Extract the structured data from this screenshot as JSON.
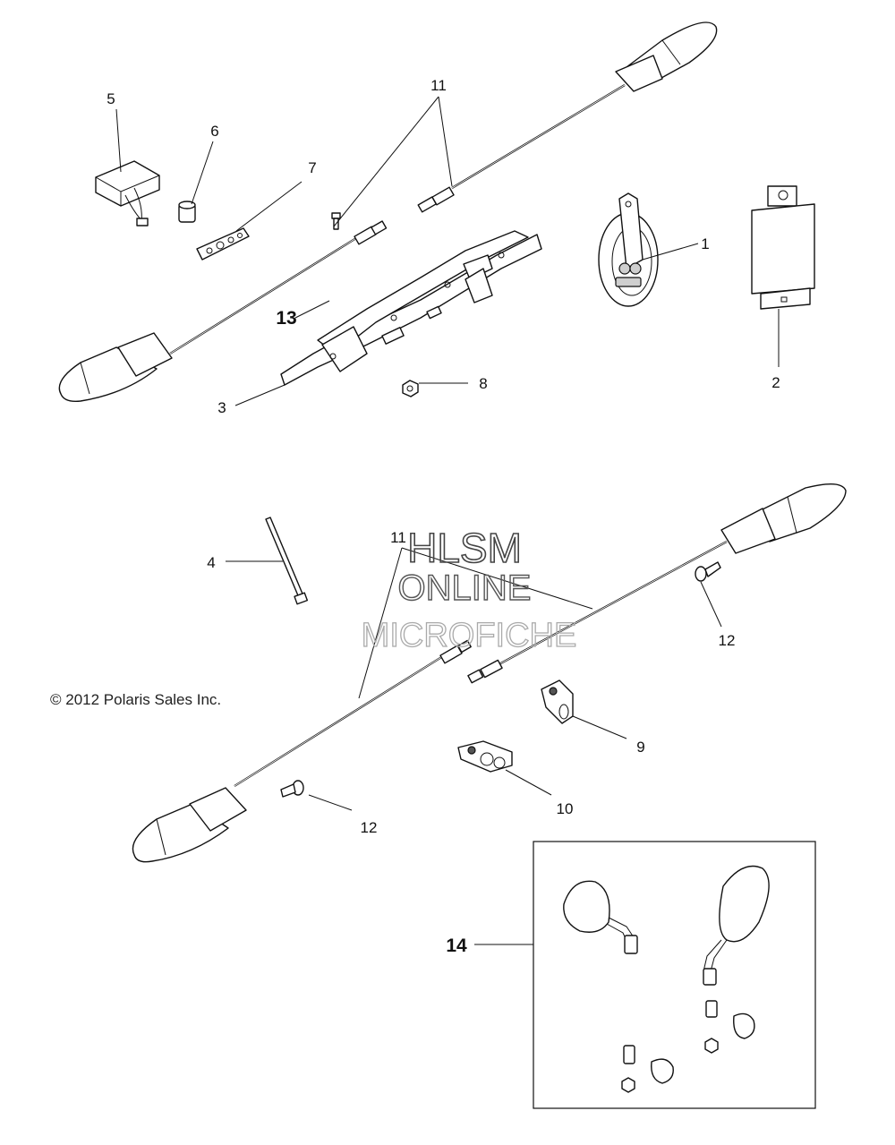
{
  "callouts": {
    "c1": "1",
    "c2": "2",
    "c3": "3",
    "c4": "4",
    "c5": "5",
    "c6": "6",
    "c7": "7",
    "c8": "8",
    "c9": "9",
    "c10": "10",
    "c11a": "11",
    "c11b": "11",
    "c12a": "12",
    "c12b": "12",
    "c13": "13",
    "c14": "14"
  },
  "copyright": "© 2012 Polaris Sales Inc.",
  "watermark": {
    "line1": "HLSM",
    "line2": "ONLINE",
    "line3": "MICROFICHE"
  }
}
